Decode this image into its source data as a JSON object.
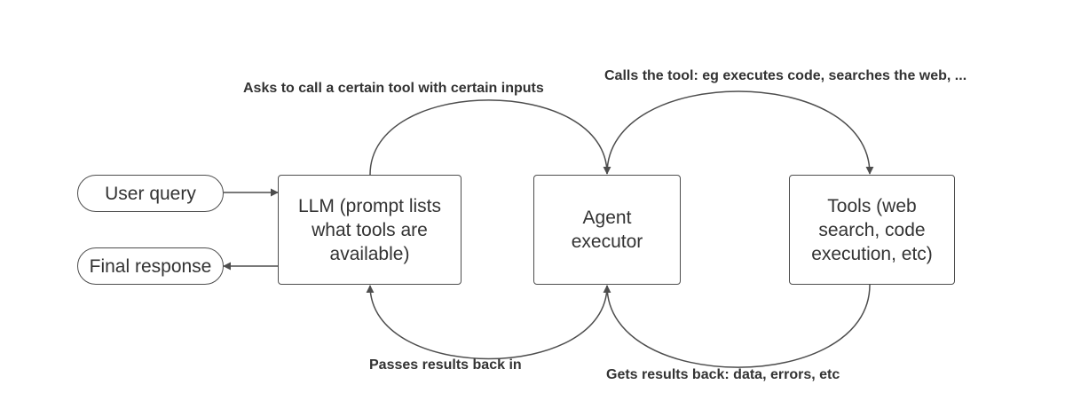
{
  "nodes": {
    "user_query": "User query",
    "final_response": "Final response",
    "llm": "LLM (prompt lists\nwhat tools are\navailable)",
    "agent_executor": "Agent\nexecutor",
    "tools": "Tools (web\nsearch, code\nexecution, etc)"
  },
  "edges": {
    "ask_tool": "Asks to call a certain tool with certain inputs",
    "call_tool": "Calls the tool: eg executes code, searches the web, ...",
    "results_back": "Gets results back: data, errors, etc",
    "passes_back": "Passes results back in"
  },
  "colors": {
    "stroke": "#4d4d4d",
    "text": "#333333",
    "background": "#ffffff"
  }
}
